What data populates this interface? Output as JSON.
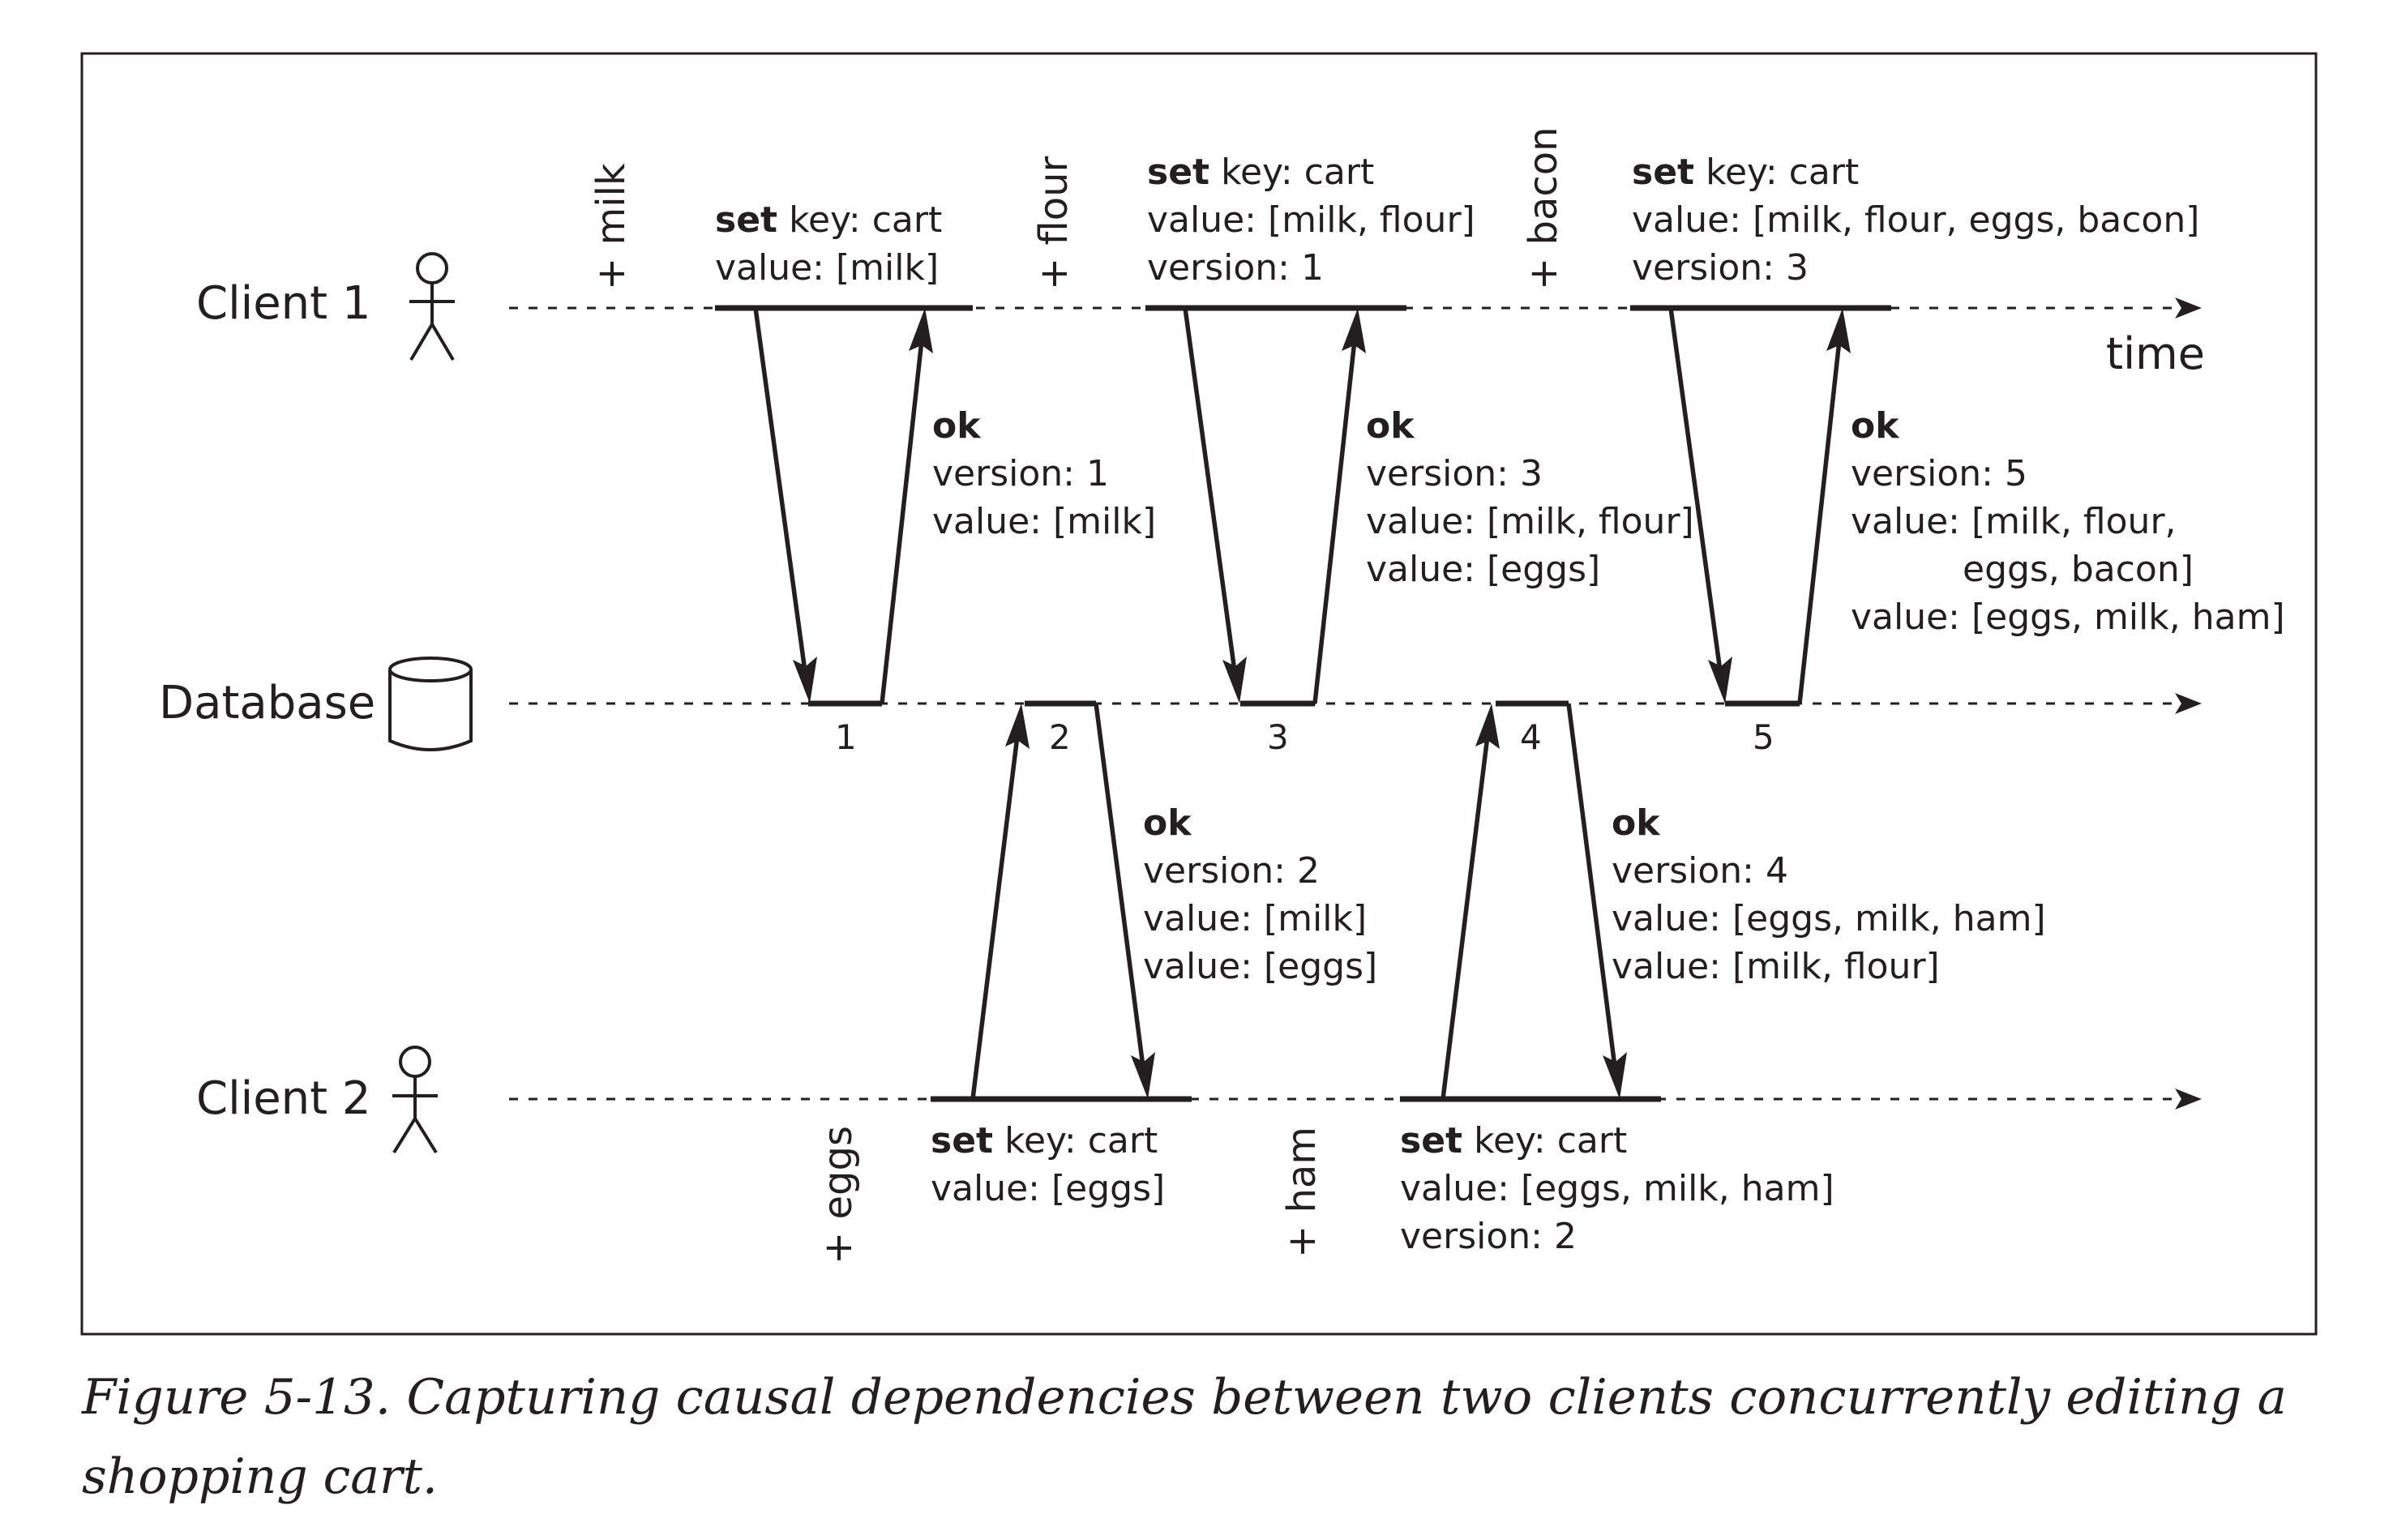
{
  "frame_border_color": "#231f20",
  "actors": {
    "client1": "Client 1",
    "database": "Database",
    "client2": "Client 2"
  },
  "time_label": "time",
  "actions": {
    "milk": "+ milk",
    "flour": "+ flour",
    "bacon": "+ bacon",
    "eggs": "+ eggs",
    "ham": "+ ham"
  },
  "versions": [
    "1",
    "2",
    "3",
    "4",
    "5"
  ],
  "requests": {
    "c1_milk": {
      "keyword": "set",
      "key": " key: cart",
      "lines": [
        "value: [milk]"
      ]
    },
    "c1_flour": {
      "keyword": "set",
      "key": " key: cart",
      "lines": [
        "value: [milk, flour]",
        "version: 1"
      ]
    },
    "c1_bacon": {
      "keyword": "set",
      "key": " key: cart",
      "lines": [
        "value: [milk, flour, eggs, bacon]",
        "version: 3"
      ]
    },
    "c2_eggs": {
      "keyword": "set",
      "key": " key: cart",
      "lines": [
        "value: [eggs]"
      ]
    },
    "c2_ham": {
      "keyword": "set",
      "key": " key: cart",
      "lines": [
        "value: [eggs, milk, ham]",
        "version: 2"
      ]
    }
  },
  "responses": {
    "r1": {
      "status": "ok",
      "lines": [
        "version: 1",
        "value: [milk]"
      ]
    },
    "r3": {
      "status": "ok",
      "lines": [
        "version: 3",
        "value: [milk, flour]",
        "value: [eggs]"
      ]
    },
    "r5": {
      "status": "ok",
      "lines": [
        "version: 5",
        "value: [milk, flour,",
        "eggs, bacon]",
        "value: [eggs, milk, ham]"
      ]
    },
    "r2": {
      "status": "ok",
      "lines": [
        "version: 2",
        "value: [milk]",
        "value: [eggs]"
      ]
    },
    "r4": {
      "status": "ok",
      "lines": [
        "version: 4",
        "value: [eggs, milk, ham]",
        "value: [milk, flour]"
      ]
    }
  },
  "caption": {
    "line1": "Figure 5-13. Capturing causal dependencies between two clients concurrently editing a",
    "line2": "shopping cart."
  }
}
